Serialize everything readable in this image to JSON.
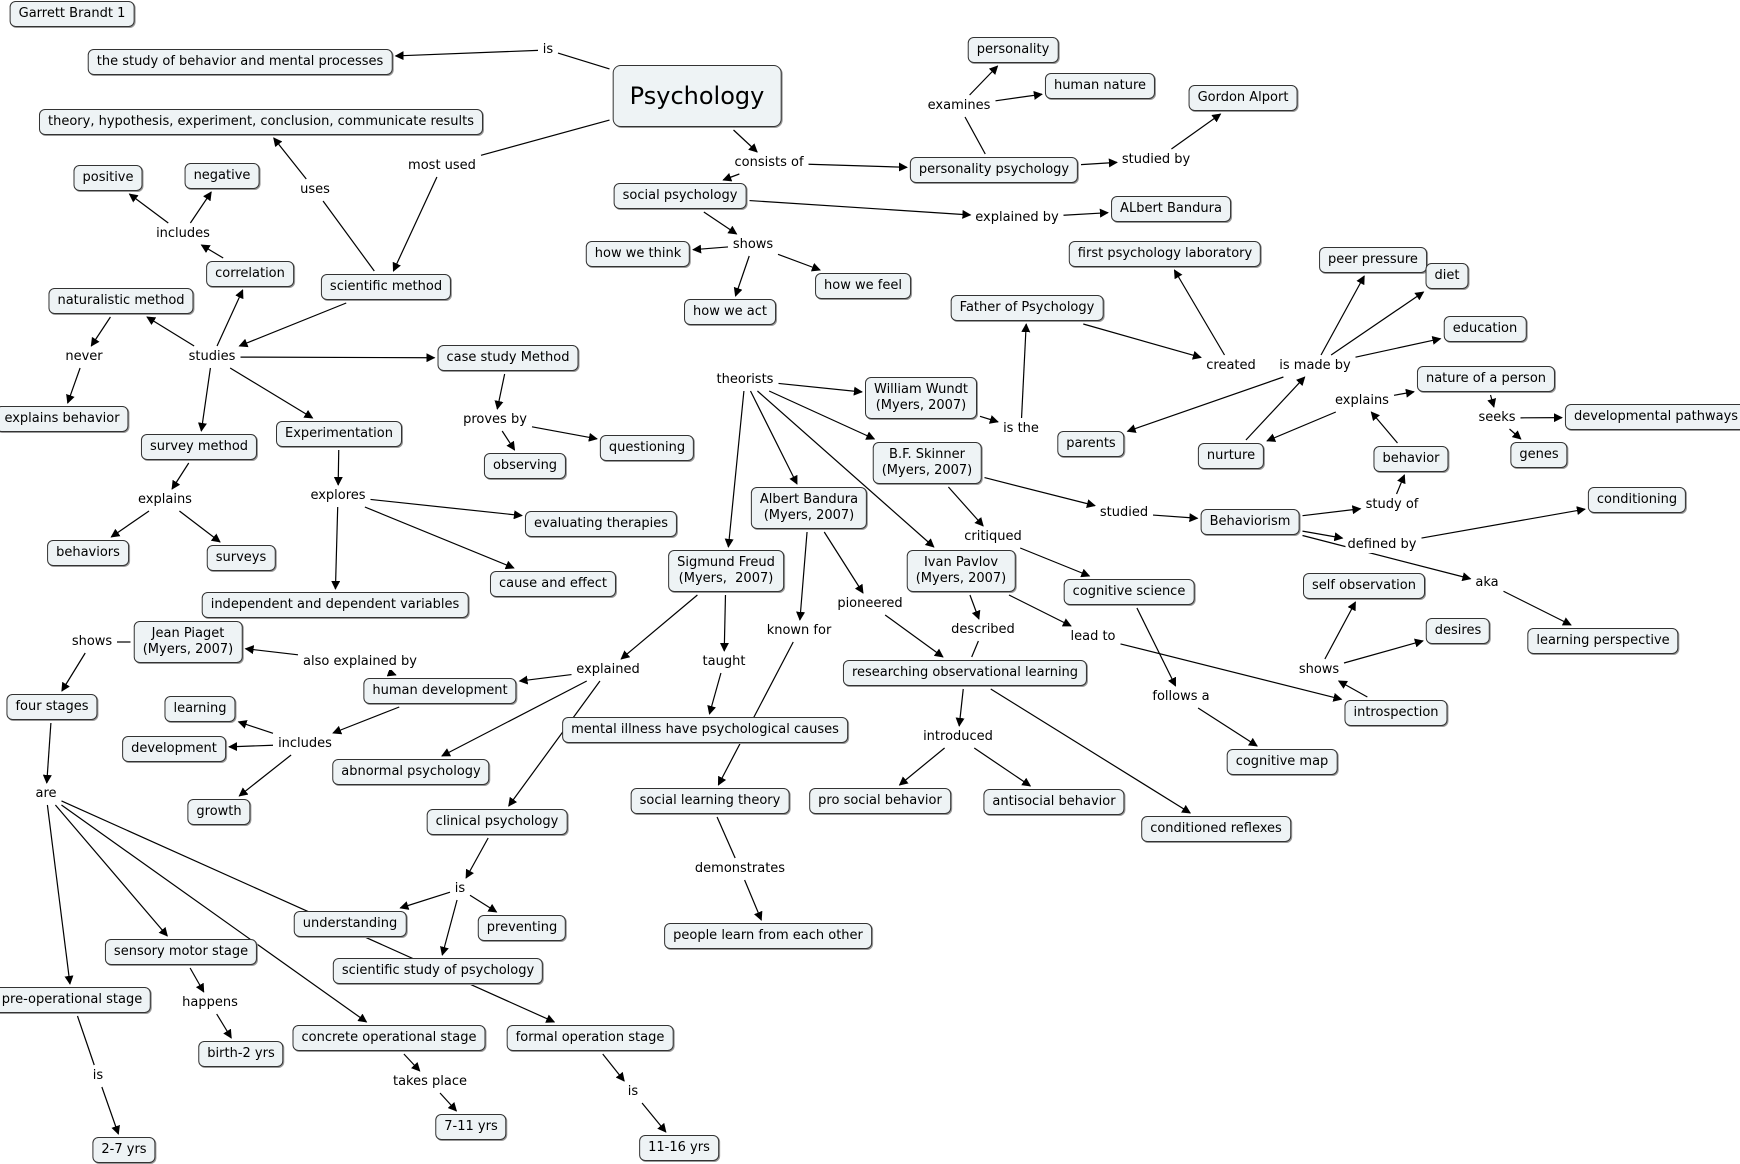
{
  "nodes": [
    {
      "id": "garrett",
      "text": "Garrett Brandt 1"
    },
    {
      "id": "study",
      "text": "the study of behavior and mental processes"
    },
    {
      "id": "psych",
      "text": "Psychology"
    },
    {
      "id": "theory",
      "text": "theory, hypothesis, experiment, conclusion, communicate results"
    },
    {
      "id": "personality",
      "text": "personality"
    },
    {
      "id": "humannature",
      "text": "human nature"
    },
    {
      "id": "gordon",
      "text": "Gordon Alport"
    },
    {
      "id": "persPsych",
      "text": "personality psychology"
    },
    {
      "id": "socPsych",
      "text": "social psychology"
    },
    {
      "id": "bandura1",
      "text": "ALbert Bandura"
    },
    {
      "id": "howthink",
      "text": "how we think"
    },
    {
      "id": "howfeel",
      "text": "how we feel"
    },
    {
      "id": "howact",
      "text": "how we act"
    },
    {
      "id": "positive",
      "text": "positive"
    },
    {
      "id": "negative",
      "text": "negative"
    },
    {
      "id": "correlation",
      "text": "correlation"
    },
    {
      "id": "scimethod",
      "text": "scientific method"
    },
    {
      "id": "natmethod",
      "text": "naturalistic method"
    },
    {
      "id": "explbeh",
      "text": "explains behavior"
    },
    {
      "id": "casestudy",
      "text": "case study Method"
    },
    {
      "id": "observing",
      "text": "observing"
    },
    {
      "id": "questioning",
      "text": "questioning"
    },
    {
      "id": "survey",
      "text": "survey method"
    },
    {
      "id": "experimentation",
      "text": "Experimentation"
    },
    {
      "id": "behaviors",
      "text": "behaviors"
    },
    {
      "id": "surveys",
      "text": "surveys"
    },
    {
      "id": "evaltherapies",
      "text": "evaluating therapies"
    },
    {
      "id": "causeeffect",
      "text": "cause and effect"
    },
    {
      "id": "indepvars",
      "text": "independent and dependent variables"
    },
    {
      "id": "firstlab",
      "text": "first psychology laboratory"
    },
    {
      "id": "father",
      "text": "Father of Psychology"
    },
    {
      "id": "wundt",
      "text": "William Wundt\n(Myers, 2007)"
    },
    {
      "id": "skinner",
      "text": "B.F. Skinner\n(Myers, 2007)"
    },
    {
      "id": "parents",
      "text": "parents"
    },
    {
      "id": "peer",
      "text": "peer pressure"
    },
    {
      "id": "diet",
      "text": "diet"
    },
    {
      "id": "education",
      "text": "education"
    },
    {
      "id": "natperson",
      "text": "nature of a person"
    },
    {
      "id": "devpath",
      "text": "developmental pathways"
    },
    {
      "id": "genes",
      "text": "genes"
    },
    {
      "id": "nurture",
      "text": "nurture"
    },
    {
      "id": "behaviorN",
      "text": "behavior"
    },
    {
      "id": "behaviorism",
      "text": "Behaviorism"
    },
    {
      "id": "conditioning",
      "text": "conditioning"
    },
    {
      "id": "learnpersp",
      "text": "learning perspective"
    },
    {
      "id": "selfobs",
      "text": "self observation"
    },
    {
      "id": "desires",
      "text": "desires"
    },
    {
      "id": "introspection",
      "text": "introspection"
    },
    {
      "id": "cogsci",
      "text": "cognitive science"
    },
    {
      "id": "cogmap",
      "text": "cognitive map"
    },
    {
      "id": "condrefl",
      "text": "conditioned reflexes"
    },
    {
      "id": "bandura2",
      "text": "Albert Bandura\n(Myers, 2007)"
    },
    {
      "id": "freud",
      "text": "Sigmund Freud\n(Myers,  2007)"
    },
    {
      "id": "pavlov",
      "text": "Ivan Pavlov\n(Myers, 2007)"
    },
    {
      "id": "resobs",
      "text": "researching observational learning"
    },
    {
      "id": "prosocial",
      "text": "pro social behavior"
    },
    {
      "id": "antisocial",
      "text": "antisocial behavior"
    },
    {
      "id": "piaget",
      "text": "Jean Piaget\n(Myers, 2007)"
    },
    {
      "id": "fourstages",
      "text": "four stages"
    },
    {
      "id": "humandev",
      "text": "human development"
    },
    {
      "id": "learning",
      "text": "learning"
    },
    {
      "id": "development",
      "text": "development"
    },
    {
      "id": "growth",
      "text": "growth"
    },
    {
      "id": "abnormal",
      "text": "abnormal psychology"
    },
    {
      "id": "mentalill",
      "text": "mental illness have psychological causes"
    },
    {
      "id": "soclearn",
      "text": "social learning theory"
    },
    {
      "id": "clinical",
      "text": "clinical psychology"
    },
    {
      "id": "understanding",
      "text": "understanding"
    },
    {
      "id": "preventing",
      "text": "preventing"
    },
    {
      "id": "scistudy",
      "text": "scientific study of psychology"
    },
    {
      "id": "peoplelearn",
      "text": "people learn from each other"
    },
    {
      "id": "sensorymotor",
      "text": "sensory motor stage"
    },
    {
      "id": "birth2",
      "text": "birth-2 yrs"
    },
    {
      "id": "preop",
      "text": "pre-operational stage"
    },
    {
      "id": "concrete",
      "text": "concrete operational stage"
    },
    {
      "id": "formal",
      "text": "formal operation stage"
    },
    {
      "id": "y2to7",
      "text": "2-7 yrs"
    },
    {
      "id": "y7to11",
      "text": "7-11 yrs"
    },
    {
      "id": "y11to16",
      "text": "11-16 yrs"
    }
  ],
  "labels": [
    {
      "id": "is1",
      "text": "is"
    },
    {
      "id": "mostused",
      "text": "most used"
    },
    {
      "id": "consistsof",
      "text": "consists of"
    },
    {
      "id": "examines",
      "text": "examines"
    },
    {
      "id": "studiedby",
      "text": "studied by"
    },
    {
      "id": "explainedby",
      "text": "explained by"
    },
    {
      "id": "shows1",
      "text": "shows"
    },
    {
      "id": "uses",
      "text": "uses"
    },
    {
      "id": "includes1",
      "text": "includes"
    },
    {
      "id": "never",
      "text": "never"
    },
    {
      "id": "studies",
      "text": "studies"
    },
    {
      "id": "provesby",
      "text": "proves by"
    },
    {
      "id": "explains1",
      "text": "explains"
    },
    {
      "id": "explores",
      "text": "explores"
    },
    {
      "id": "theorists",
      "text": "theorists"
    },
    {
      "id": "isthe",
      "text": "is the"
    },
    {
      "id": "created",
      "text": "created"
    },
    {
      "id": "ismadeby",
      "text": "is made by"
    },
    {
      "id": "explains2",
      "text": "explains"
    },
    {
      "id": "seeks",
      "text": "seeks"
    },
    {
      "id": "studyof",
      "text": "study of"
    },
    {
      "id": "studied",
      "text": "studied"
    },
    {
      "id": "critiqued",
      "text": "critiqued"
    },
    {
      "id": "definedby",
      "text": "defined by"
    },
    {
      "id": "aka",
      "text": "aka"
    },
    {
      "id": "shows2",
      "text": "shows"
    },
    {
      "id": "leadto",
      "text": "lead to"
    },
    {
      "id": "followsa",
      "text": "follows a"
    },
    {
      "id": "described",
      "text": "described"
    },
    {
      "id": "pioneered",
      "text": "pioneered"
    },
    {
      "id": "knownfor",
      "text": "known for"
    },
    {
      "id": "taught",
      "text": "taught"
    },
    {
      "id": "explained",
      "text": "explained"
    },
    {
      "id": "introduced",
      "text": "introduced"
    },
    {
      "id": "shows3",
      "text": "shows"
    },
    {
      "id": "alsoexpl",
      "text": "also explained by"
    },
    {
      "id": "includes2",
      "text": "includes"
    },
    {
      "id": "are",
      "text": "are"
    },
    {
      "id": "is2",
      "text": "is"
    },
    {
      "id": "demonstrates",
      "text": "demonstrates"
    },
    {
      "id": "happens",
      "text": "happens"
    },
    {
      "id": "is3",
      "text": "is"
    },
    {
      "id": "takesplace",
      "text": "takes place"
    },
    {
      "id": "is4",
      "text": "is"
    }
  ]
}
